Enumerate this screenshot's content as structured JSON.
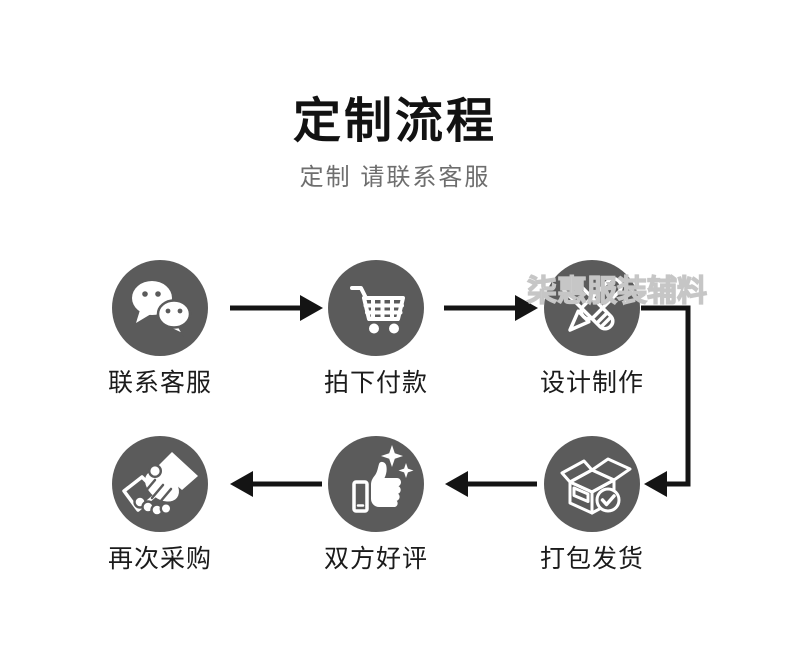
{
  "header": {
    "title": "定制流程",
    "subtitle": "定制 请联系客服"
  },
  "watermark": {
    "text": "柒惠服装辅料"
  },
  "flow": {
    "direction_row1": "left-to-right",
    "direction_row2": "right-to-left",
    "steps": [
      {
        "order": 1,
        "label": "联系客服",
        "icon": "wechat-icon"
      },
      {
        "order": 2,
        "label": "拍下付款",
        "icon": "shopping-cart-icon"
      },
      {
        "order": 3,
        "label": "设计制作",
        "icon": "pencil-design-icon"
      },
      {
        "order": 4,
        "label": "打包发货",
        "icon": "package-box-icon"
      },
      {
        "order": 5,
        "label": "双方好评",
        "icon": "thumbs-up-icon"
      },
      {
        "order": 6,
        "label": "再次采购",
        "icon": "handshake-icon"
      }
    ]
  },
  "colors": {
    "circle": "#5b5b5b",
    "arrow": "#141414",
    "title": "#121212",
    "subtitle": "#6e6e6e",
    "label": "#1b1b1b",
    "watermark_outline": "#c6c6c6",
    "icon_glyph": "#ffffff",
    "background": "#ffffff"
  }
}
